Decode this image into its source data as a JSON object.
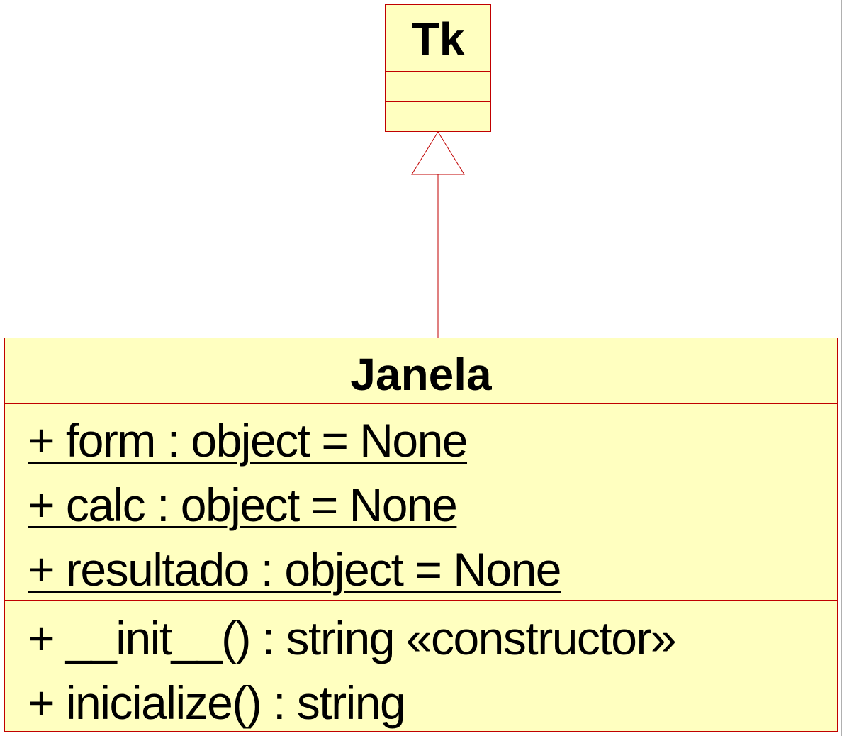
{
  "diagram": {
    "type": "uml-class-diagram",
    "relationship": "generalization",
    "colors": {
      "class_fill": "#ffffc0",
      "class_border": "#c00000",
      "text": "#000000"
    },
    "superclass": {
      "name": "Tk"
    },
    "subclass": {
      "name": "Janela",
      "attributes": [
        {
          "text": "+ form : object = None",
          "static": true
        },
        {
          "text": "+ calc : object = None",
          "static": true
        },
        {
          "text": "+ resultado : object = None",
          "static": true
        }
      ],
      "operations": [
        {
          "text": "+ __init__() : string «constructor»"
        },
        {
          "text": "+ inicialize() : string"
        }
      ]
    }
  }
}
